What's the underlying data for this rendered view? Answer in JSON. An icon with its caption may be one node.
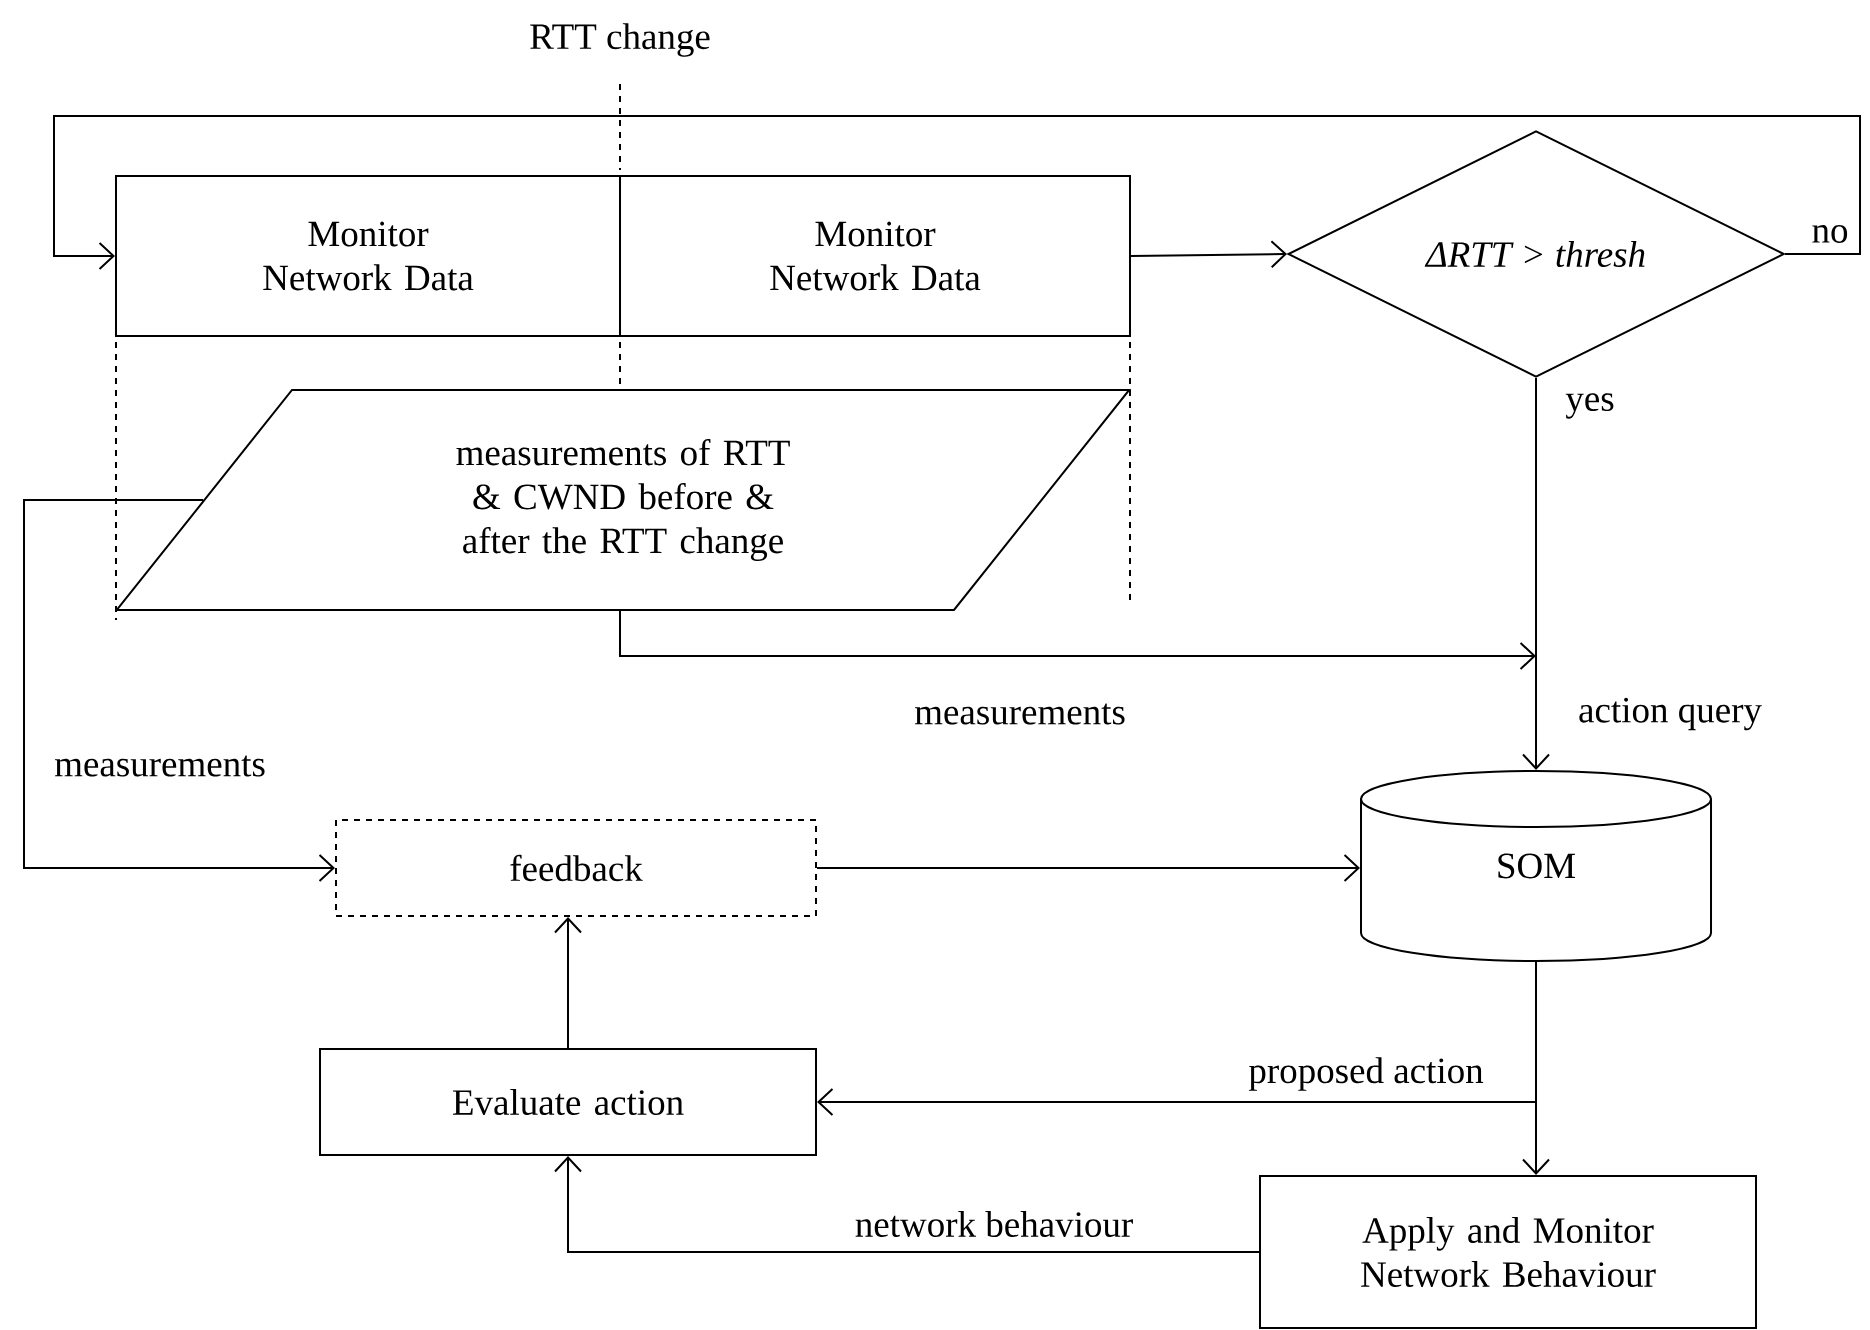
{
  "diagram": {
    "nodes": [
      {
        "text": [
          "Monitor Network Data"
        ]
      },
      {
        "text": [
          "Monitor Network Data"
        ]
      },
      {
        "text": [
          "ΔRTT > thresh"
        ]
      },
      {
        "text": [
          "measurements of RTT & CWND before & after the RTT change"
        ]
      },
      {
        "text": [
          "feedback"
        ]
      },
      {
        "text": [
          "SOM"
        ]
      },
      {
        "text": [
          "Evaluate action"
        ]
      },
      {
        "text": [
          "Apply and Monitor Network Behaviour"
        ]
      }
    ],
    "edges": [
      {
        "from": 2,
        "to": 0,
        "arrow": "to",
        "label": "no"
      },
      {
        "from": 1,
        "to": 2,
        "arrow": "to"
      },
      {
        "from": 2,
        "to": 5,
        "arrow": "to",
        "label": "yes"
      },
      {
        "from": 3,
        "to": 5,
        "arrow": "to",
        "label": "measurements"
      },
      {
        "from": 3,
        "to": 4,
        "arrow": "to",
        "label": "measurements"
      },
      {
        "from": 4,
        "to": 5,
        "arrow": "to"
      },
      {
        "from": 6,
        "to": 4,
        "arrow": "to"
      },
      {
        "from": 5,
        "to": 6,
        "arrow": "to",
        "label": "proposed action"
      },
      {
        "from": 5,
        "to": 7,
        "arrow": "to"
      },
      {
        "from": 7,
        "to": 6,
        "arrow": "to",
        "label": "network behaviour"
      }
    ],
    "labels": [
      "RTT change",
      "action query"
    ]
  }
}
